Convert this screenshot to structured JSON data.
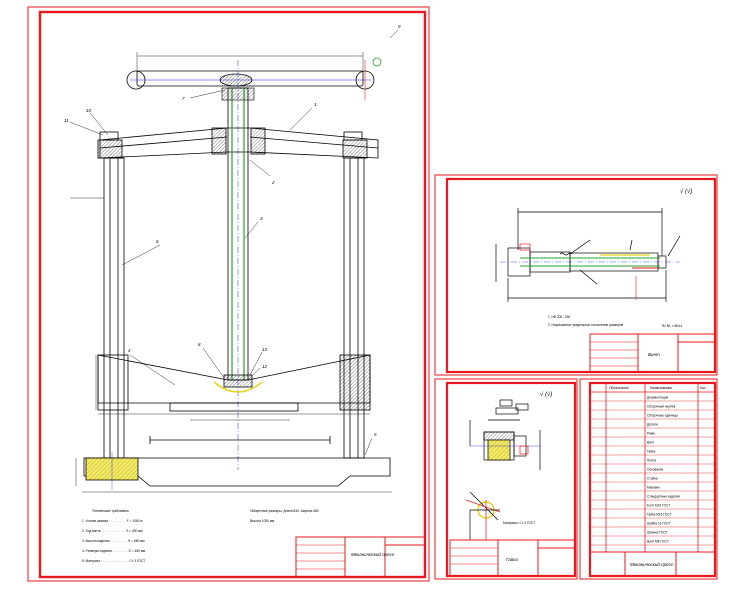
{
  "colors": {
    "frame": "#e8191e",
    "line": "#000000",
    "green": "#2aa12a",
    "blue": "#1a2bd6",
    "magenta": "#d21fd2",
    "yellow": "#e8d21a",
    "hatch": "#d6d21a"
  },
  "sheet_main": {
    "callouts": [
      "1",
      "2",
      "3",
      "4",
      "5",
      "6",
      "7",
      "8",
      "9",
      "10",
      "11",
      "12",
      "13"
    ],
    "notes": [
      "Технические требования",
      "1. Усилие зажима . . . . . . . . . . F = 1000 кг",
      "2. Ход винта . . . . . . . . . . . . . . S = 400 мм",
      "3. Высота изделия . . . . . . . . . . H = 650 мм",
      "4. Размеры изделия . . . . . . . . . D = 450 мм",
      "5. Материал . . . . . . . . . . . . . . . . Ст 3 ГОСТ"
    ],
    "notes_right": [
      "Габаритные размеры: Длина 840, Ширина 480",
      "Высота 1050 мм"
    ],
    "title_block": "Механический пресс-"
  },
  "sheet_shaft": {
    "roughness": "√ (√)",
    "notes": [
      "1. НВ 200...230",
      "2. Неуказанные предельные отклонения размеров"
    ],
    "right_note": "Rz 80, ∅8h14",
    "title_block": "Винт"
  },
  "sheet_nut": {
    "roughness": "√ (√)",
    "title_block": "Гайка",
    "note": "Материал: Ст 3 ГОСТ"
  },
  "sheet_spec": {
    "headers": [
      "Обозначение",
      "Наименование",
      "Кол."
    ],
    "rows": [
      "Документация",
      "Сборочный чертёж",
      "Сборочные единицы",
      "Детали",
      "Рама",
      "Винт",
      "Гайка",
      "Плита",
      "Основание",
      "Стойка",
      "Маховик",
      "Стандартные изделия",
      "Болт М16 ГОСТ",
      "Гайка М16 ГОСТ",
      "Шайба 16 ГОСТ",
      "Шпонка ГОСТ",
      "Винт М8 ГОСТ"
    ],
    "title_block": "Механический пресс-"
  }
}
